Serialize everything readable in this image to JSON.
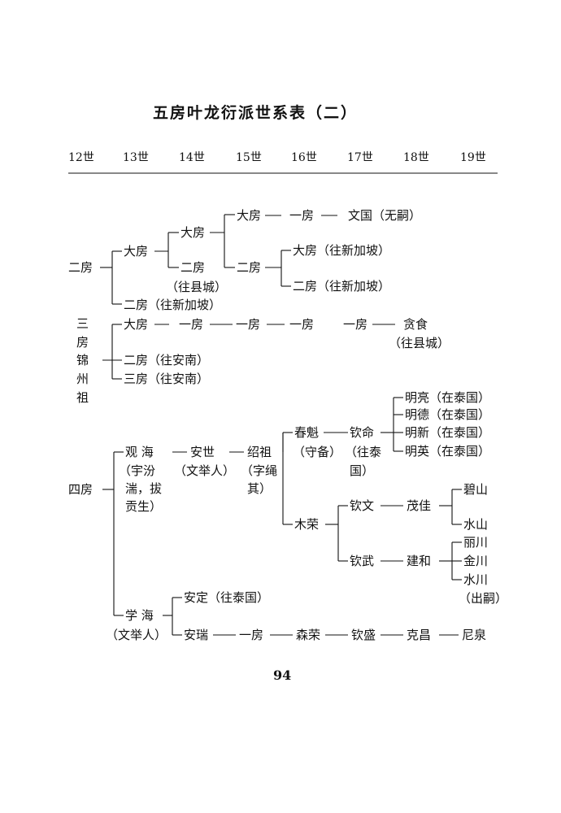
{
  "title": "五房叶龙衍派世系表（二）",
  "generations": [
    "12世",
    "13世",
    "14世",
    "15世",
    "16世",
    "17世",
    "18世",
    "19世"
  ],
  "page_number": "94",
  "nodes": {
    "er_fang_root": "二房",
    "er_da_fang": "大房",
    "er_da_da_fang": "大房",
    "er_da_da_da_fang": "大房",
    "er_da_da_da_yi_fang": "一房",
    "wen_guo": "文国（无嗣）",
    "er_da_er_fang": "二房",
    "er_da_er_note": "（往县城）",
    "er_15_er_fang": "二房",
    "er_16_da_fang": "大房（往新加坡）",
    "er_16_er_fang": "二房（往新加坡）",
    "er_13_er_fang": "二房（往新加坡）",
    "san_fang_root": [
      "三",
      "房",
      "锦",
      "州",
      "祖"
    ],
    "san_da_fang": "大房",
    "san_14": "一房",
    "san_15": "一房",
    "san_16": "一房",
    "san_17": "一房",
    "san_18": "贪食",
    "san_18_note": "（往县城）",
    "san_er_fang": "二房（往安南）",
    "san_san_fang": "三房（往安南）",
    "si_fang_root": "四房",
    "guan_hai": "观 海",
    "guan_hai_note": [
      "（宇汾",
      "湍，拔",
      "贡生）"
    ],
    "an_shi": "安世",
    "an_shi_note": "（文举人）",
    "shao_zu": "绍祖",
    "shao_zu_note": [
      "（字绳",
      "其）"
    ],
    "chun_kui": "春魁",
    "chun_kui_note": "（守备）",
    "qin_ming": "钦命",
    "qin_ming_note": [
      "（往泰",
      "国）"
    ],
    "ming_liang": "明亮（在泰国）",
    "ming_de": "明德（在泰国）",
    "ming_xin": "明新（在泰国）",
    "ming_ying": "明英（在泰国）",
    "mu_rong": "木荣",
    "qin_wen": "钦文",
    "mao_jia": "茂佳",
    "bi_shan": "碧山",
    "shui_shan": "水山",
    "qin_wu": "钦武",
    "jian_he": "建和",
    "li_chuan": "丽川",
    "jin_chuan": "金川",
    "shui_chuan": "水川",
    "shui_chuan_note": "（出嗣）",
    "xue_hai": "学 海",
    "xue_hai_note": "（文举人）",
    "an_ding": "安定（往泰国）",
    "an_rui": "安瑞",
    "an_rui_14": "一房",
    "sen_rong": "森荣",
    "qin_sheng": "钦盛",
    "ke_chang": "克昌",
    "ni_quan": "尼泉"
  }
}
